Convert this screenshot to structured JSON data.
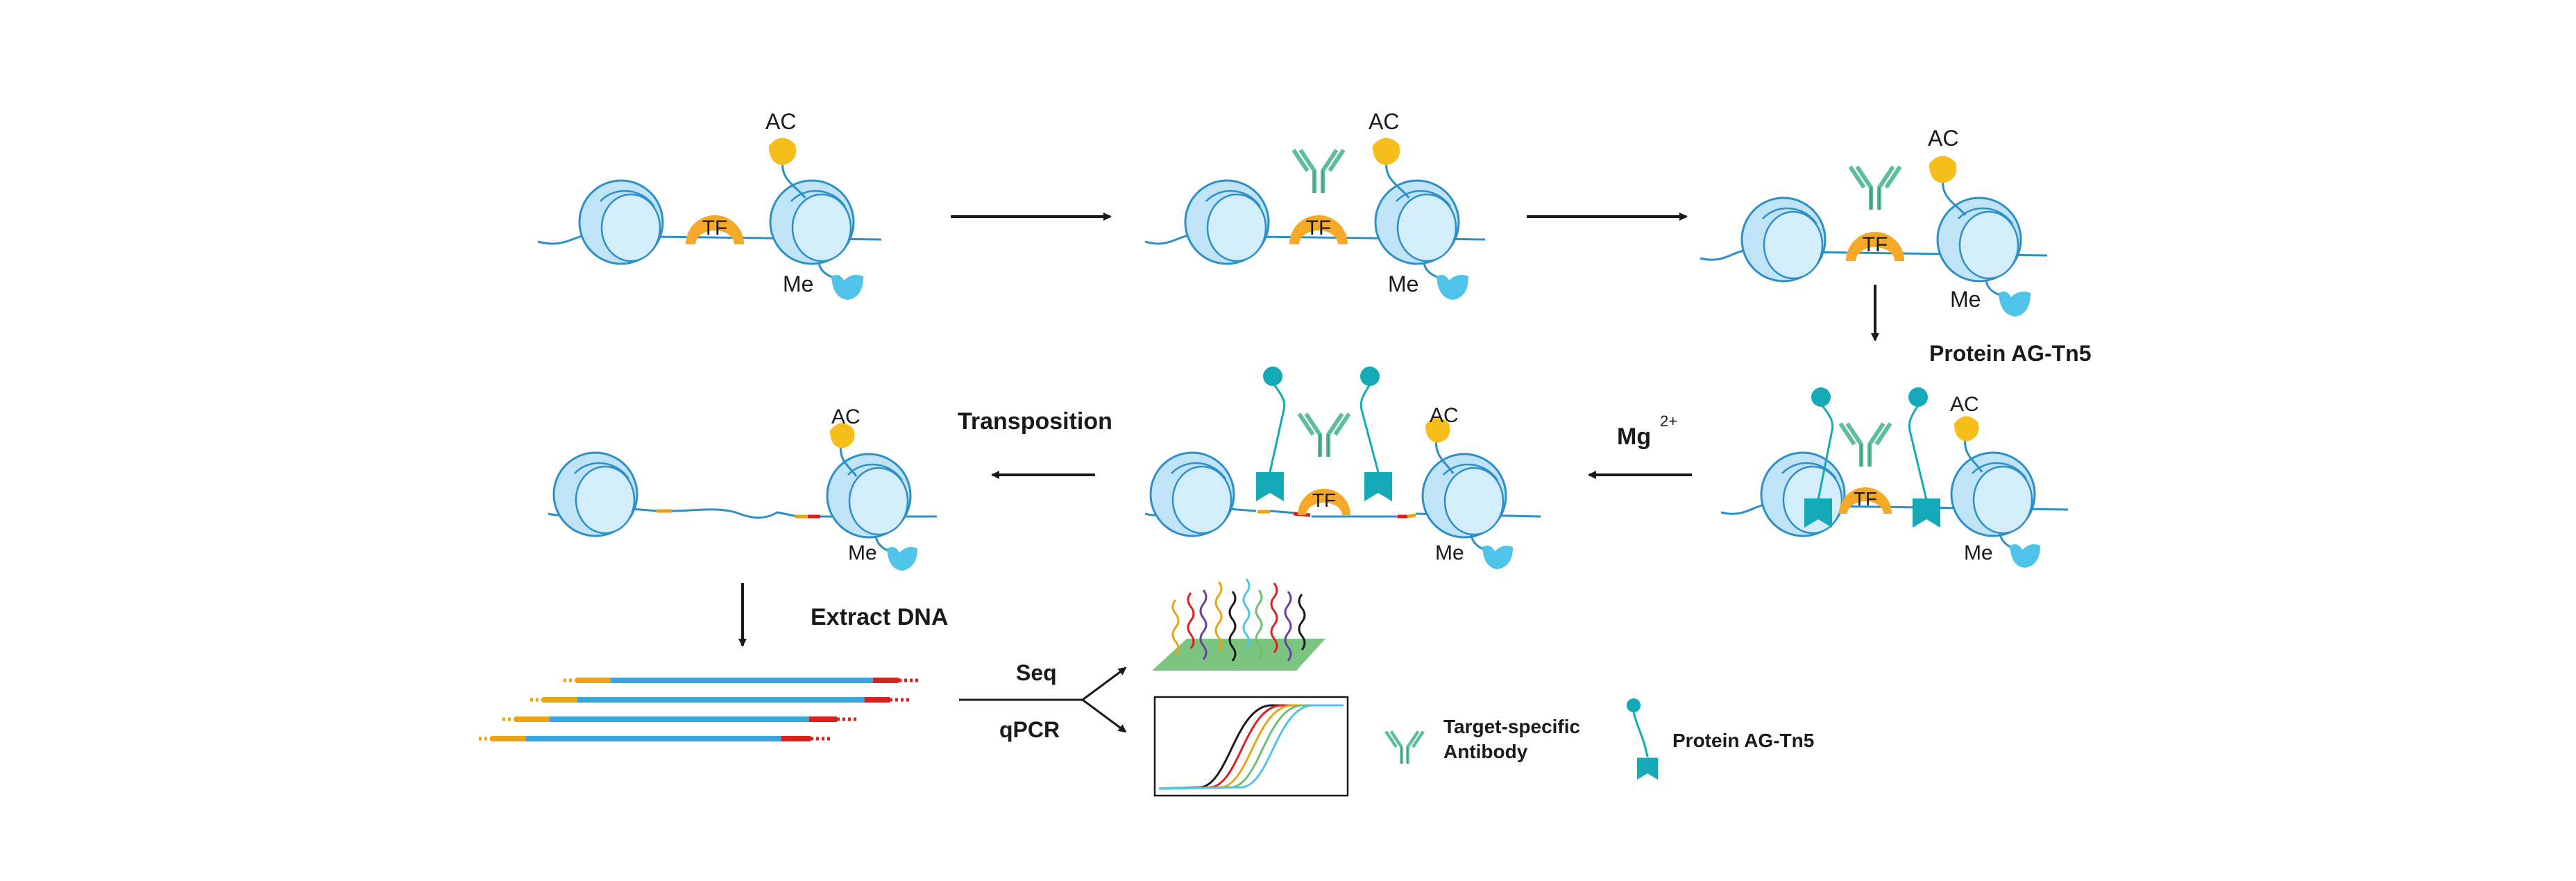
{
  "labels": {
    "tf": "TF",
    "ac": "AC",
    "me": "Me",
    "protein_ag_tn5_step": "Protein AG-Tn5",
    "mg": "Mg",
    "mg_superscript": "2+",
    "transposition": "Transposition",
    "extract_dna": "Extract DNA",
    "seq": "Seq",
    "qpcr": "qPCR"
  },
  "legend": {
    "antibody_line1": "Target-specific",
    "antibody_line2": "Antibody",
    "tn5": "Protein AG-Tn5"
  },
  "colors": {
    "nucleosome_fill": "#bfe3f7",
    "nucleosome_stroke": "#2d8fc8",
    "dna": "#2d8fc8",
    "tf": "#f6a829",
    "ac": "#f5be1b",
    "me": "#4fc3ea",
    "antibody": "#5cbf9a",
    "tn5": "#15aab8",
    "cut_red": "#d92121",
    "cut_yellow": "#e8a317",
    "seq_chip": "#6dbf73",
    "fragment_blue": "#39a6dc"
  },
  "icons": {
    "nucleosome": "nucleosome-icon",
    "transcription_factor": "tf-icon",
    "acetylation": "ac-mark-icon",
    "methylation": "me-mark-icon",
    "antibody": "antibody-icon",
    "tn5": "tn5-icon"
  }
}
